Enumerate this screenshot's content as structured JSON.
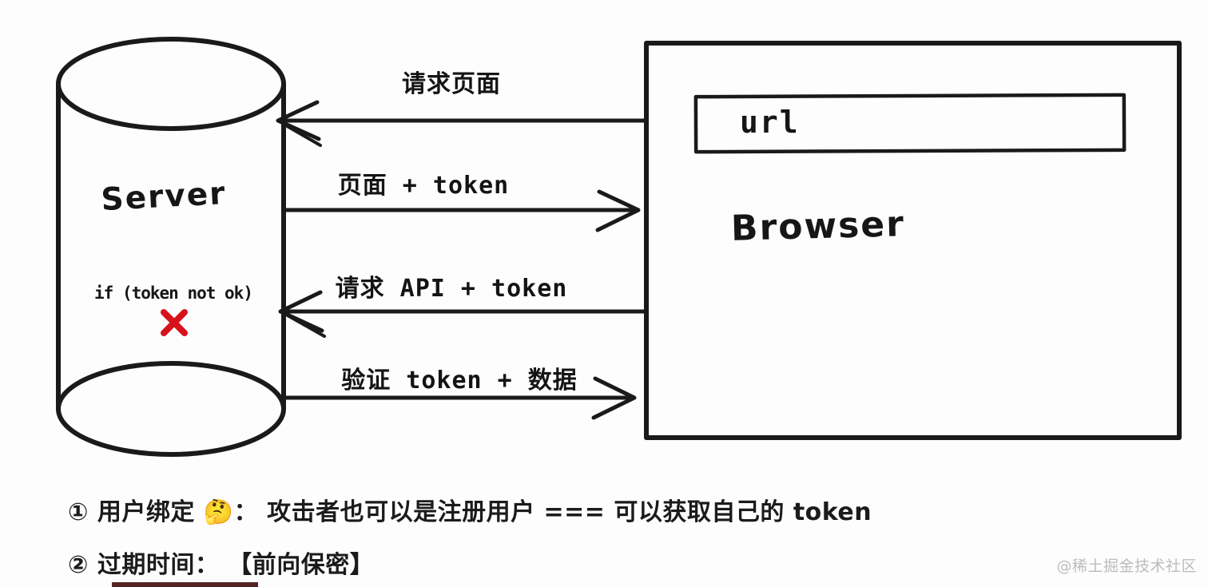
{
  "diagram": {
    "server": {
      "label": "Server",
      "condition": "if (token not ok)",
      "fail_icon": "red-x-mark"
    },
    "browser": {
      "label": "Browser",
      "url_box_text": "url"
    },
    "arrows": [
      {
        "label": "请求页面",
        "direction": "left"
      },
      {
        "label": "页面 + token",
        "direction": "right"
      },
      {
        "label": "请求 API + token",
        "direction": "left"
      },
      {
        "label": "验证 token + 数据",
        "direction": "right"
      }
    ]
  },
  "notes": {
    "line1": "① 用户绑定 🤔： 攻击者也可以是注册用户 === 可以获取自己的 token",
    "line2": "② 过期时间： 【前向保密】"
  },
  "watermark": "@稀土掘金技术社区",
  "colors": {
    "ink": "#1a1a1a",
    "error_red": "#d6131c",
    "watermark_gray": "#bcbcbc",
    "bottom_bar_red": "#542424"
  }
}
